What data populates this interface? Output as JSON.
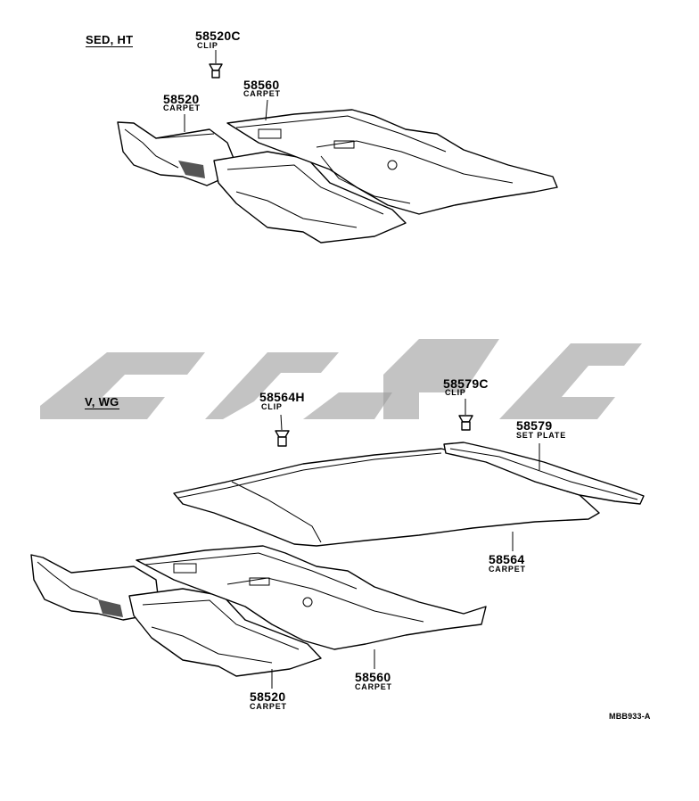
{
  "sections": {
    "top": {
      "label": "SED, HT"
    },
    "bottom": {
      "label": "V, WG"
    }
  },
  "callouts": {
    "top_clip": {
      "part_no": "58520C",
      "desc": "CLIP"
    },
    "top_carpet_rear": {
      "part_no": "58560",
      "desc": "CARPET"
    },
    "top_carpet_front": {
      "part_no": "58520",
      "desc": "CARPET"
    },
    "bot_clip_h": {
      "part_no": "58564H",
      "desc": "CLIP"
    },
    "bot_clip_c": {
      "part_no": "58579C",
      "desc": "CLIP"
    },
    "bot_set_plate": {
      "part_no": "58579",
      "desc": "SET PLATE"
    },
    "bot_carpet_cargo": {
      "part_no": "58564",
      "desc": "CARPET"
    },
    "bot_carpet_rear": {
      "part_no": "58560",
      "desc": "CARPET"
    },
    "bot_carpet_front": {
      "part_no": "58520",
      "desc": "CARPET"
    }
  },
  "reference_code": "MBB933-A"
}
